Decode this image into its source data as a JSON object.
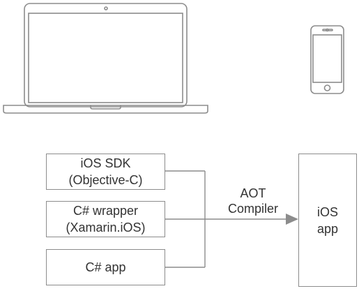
{
  "diagram": {
    "input_boxes": [
      {
        "id": "ios-sdk",
        "label": "iOS SDK\n(Objective-C)"
      },
      {
        "id": "csharp-wrapper",
        "label": "C# wrapper\n(Xamarin.iOS)"
      },
      {
        "id": "csharp-app",
        "label": "C# app"
      }
    ],
    "compiler_label": "AOT\nCompiler",
    "output_box": {
      "label": "iOS\napp"
    },
    "icons": [
      "laptop-icon",
      "iphone-icon"
    ],
    "colors": {
      "stroke": "#8c8c8c",
      "arrow": "#8c8c8c",
      "text": "#333333"
    }
  }
}
